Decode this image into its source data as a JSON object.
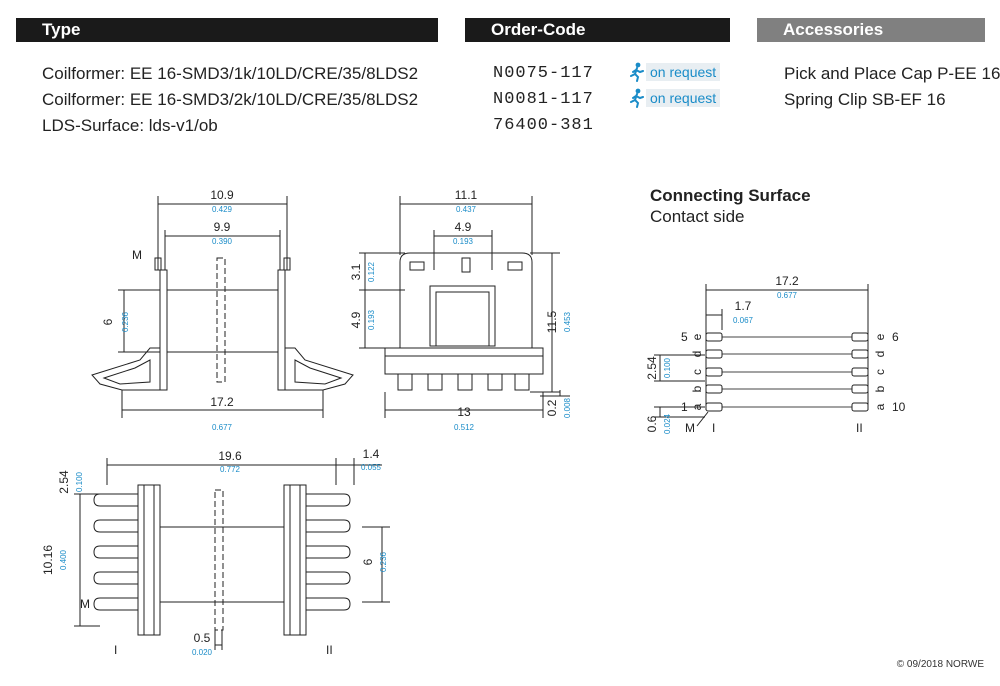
{
  "headers": {
    "type": "Type",
    "order_code": "Order-Code",
    "accessories": "Accessories"
  },
  "rows": [
    {
      "type": "Coilformer:  EE 16-SMD3/1k/10LD/CRE/35/8LDS2",
      "code": "N0075-117",
      "badge": "on request"
    },
    {
      "type": "Coilformer:  EE 16-SMD3/2k/10LD/CRE/35/8LDS2",
      "code": "N0081-117",
      "badge": "on request"
    },
    {
      "type": "LDS-Surface:  lds-v1/ob",
      "code": "76400-381",
      "badge": ""
    }
  ],
  "accessories": [
    "Pick and Place Cap P-EE 16",
    "Spring Clip SB-EF 16"
  ],
  "connecting": {
    "title": "Connecting Surface",
    "subtitle": "Contact side"
  },
  "dims": {
    "front_w": "10.9",
    "front_w_in": "0.429",
    "front_inner": "9.9",
    "front_inner_in": "0.390",
    "front_h": "6",
    "front_h_in": "0.236",
    "front_base": "17.2",
    "front_base_in": "0.677",
    "side_w": "11.1",
    "side_w_in": "0.437",
    "side_inner": "4.9",
    "side_inner_in": "0.193",
    "side_h1": "3.1",
    "side_h1_in": "0.122",
    "side_h2": "4.9",
    "side_h2_in": "0.193",
    "side_total": "11.5",
    "side_total_in": "0.453",
    "side_base": "13",
    "side_base_in": "0.512",
    "side_gap": "0.2",
    "side_gap_in": "0.008",
    "top_w": "19.6",
    "top_w_in": "0.772",
    "top_flange": "1.4",
    "top_flange_in": "0.055",
    "top_pitch": "2.54",
    "top_pitch_in": "0.100",
    "top_span": "10.16",
    "top_span_in": "0.400",
    "top_h": "6",
    "top_h_in": "0.236",
    "top_gap": "0.5",
    "top_gap_in": "0.020",
    "cs_w": "17.2",
    "cs_w_in": "0.677",
    "cs_off": "1.7",
    "cs_off_in": "0.067",
    "cs_pitch": "2.54",
    "cs_pitch_in": "0.100",
    "cs_gap": "0.6",
    "cs_gap_in": "0.024"
  },
  "labels": {
    "m": "M",
    "side1": "I",
    "side2": "II"
  },
  "pins_left": [
    {
      "num": "5",
      "letter": "e"
    },
    {
      "num": "",
      "letter": "d"
    },
    {
      "num": "",
      "letter": "c"
    },
    {
      "num": "",
      "letter": "b"
    },
    {
      "num": "1",
      "letter": "a"
    }
  ],
  "pins_right": [
    {
      "num": "6",
      "letter": "e"
    },
    {
      "num": "",
      "letter": "d"
    },
    {
      "num": "",
      "letter": "c"
    },
    {
      "num": "",
      "letter": "b"
    },
    {
      "num": "10",
      "letter": "a"
    }
  ],
  "copyright": "© 09/2018 NORWE"
}
